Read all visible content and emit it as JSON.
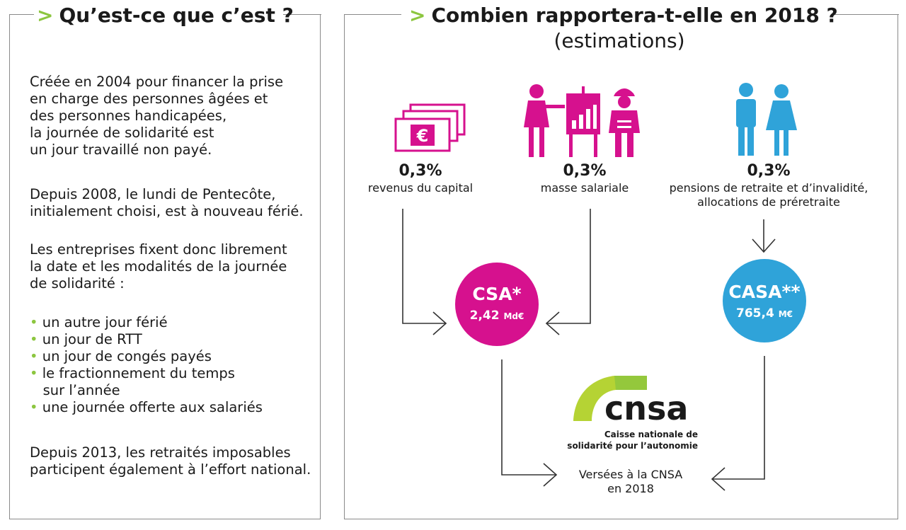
{
  "left": {
    "title": "Qu’est-ce que c’est ?",
    "para1": [
      "Créée en 2004 pour financer la prise",
      "en charge des personnes âgées et",
      "des personnes handicapées,",
      "la journée de solidarité est",
      "un jour travaillé non payé."
    ],
    "para2": [
      "Depuis 2008, le lundi de Pentecôte,",
      "initialement choisi, est à nouveau férié."
    ],
    "para3": [
      "Les entreprises fixent donc librement",
      "la date et les modalités de la journée",
      "de solidarité :"
    ],
    "bullets": [
      "un autre jour férié",
      "un jour de RTT",
      "un jour de congés payés",
      "le fractionnement du temps",
      "une journée offerte aux salariés"
    ],
    "bullet4_cont": "sur l’année",
    "para4": [
      "Depuis 2013, les retraités imposables",
      "participent également à l’effort national."
    ]
  },
  "right": {
    "title": "Combien rapportera-t-elle en 2018 ?",
    "subtitle": "(estimations)",
    "sources": [
      {
        "pct": "0,3%",
        "label": "revenus du capital",
        "icon": "euro-banknotes-icon"
      },
      {
        "pct": "0,3%",
        "label": "masse salariale",
        "icon": "workers-icon"
      },
      {
        "pct": "0,3%",
        "label": "pensions de retraite et d’invalidité,",
        "label2": "allocations de préretraite",
        "icon": "retirees-icon"
      }
    ],
    "csa": {
      "name": "CSA*",
      "amount": "2,42",
      "unit": "Md€",
      "color": "#d6118e"
    },
    "casa": {
      "name": "CASA**",
      "amount": "765,4",
      "unit": "M€",
      "color": "#2fa3d9"
    },
    "cnsa": {
      "logo": "cnsa",
      "line1": "Caisse nationale de",
      "line2": "solidarité pour l’autonomie"
    },
    "result": [
      "Versées à la CNSA",
      "en 2018"
    ]
  },
  "colors": {
    "accent": "#8cc63f",
    "magenta": "#d6118e",
    "blue": "#2fa3d9"
  }
}
